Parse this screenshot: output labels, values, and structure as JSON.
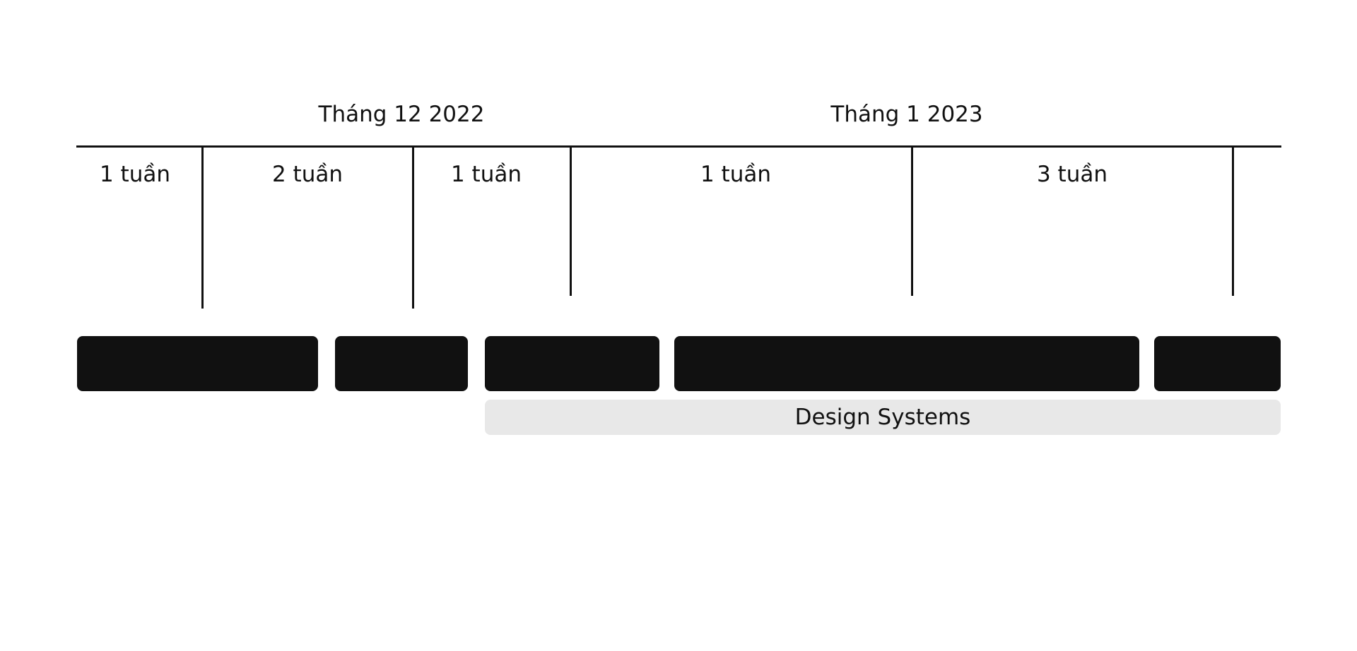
{
  "months": [
    {
      "label": "Tháng 12 2022"
    },
    {
      "label": "Tháng 1 2023"
    }
  ],
  "durations": [
    {
      "label": "1 tuần"
    },
    {
      "label": "2 tuần"
    },
    {
      "label": "1 tuần"
    },
    {
      "label": "1 tuần"
    },
    {
      "label": "3 tuần"
    }
  ],
  "band": {
    "label": "Design Systems"
  },
  "colors": {
    "ink": "#111111",
    "band": "#e8e8e8",
    "background": "#ffffff"
  }
}
